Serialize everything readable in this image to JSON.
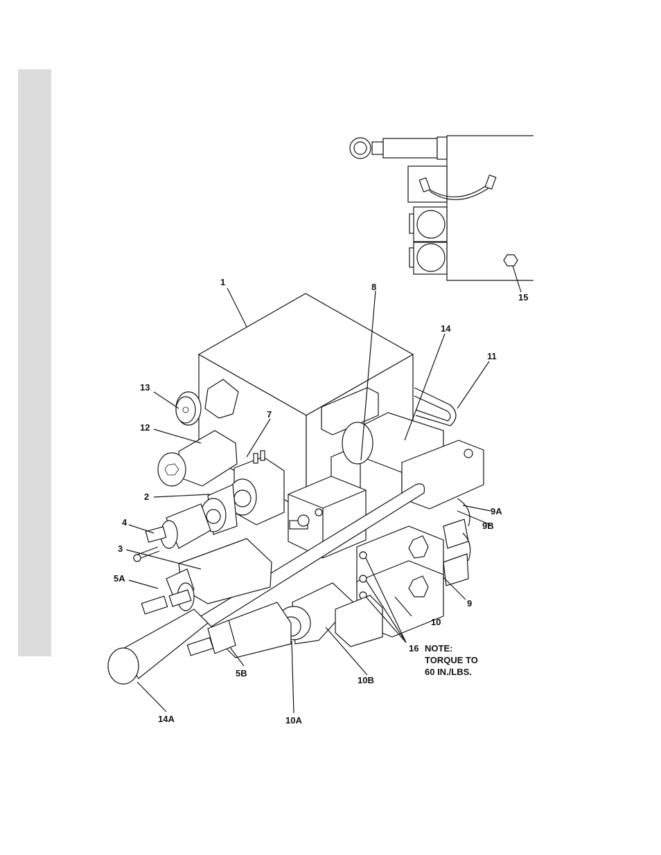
{
  "callouts": {
    "c1": "1",
    "c2": "2",
    "c3": "3",
    "c4": "4",
    "c5a": "5A",
    "c5b": "5B",
    "c7": "7",
    "c8": "8",
    "c9": "9",
    "c9a": "9A",
    "c9b": "9B",
    "c10": "10",
    "c10a": "10A",
    "c10b": "10B",
    "c11": "11",
    "c12": "12",
    "c13": "13",
    "c14": "14",
    "c14a": "14A",
    "c15": "15",
    "c16": "16"
  },
  "note": {
    "line1": "NOTE:",
    "line2": "TORQUE TO",
    "line3": "60 IN./LBS."
  }
}
